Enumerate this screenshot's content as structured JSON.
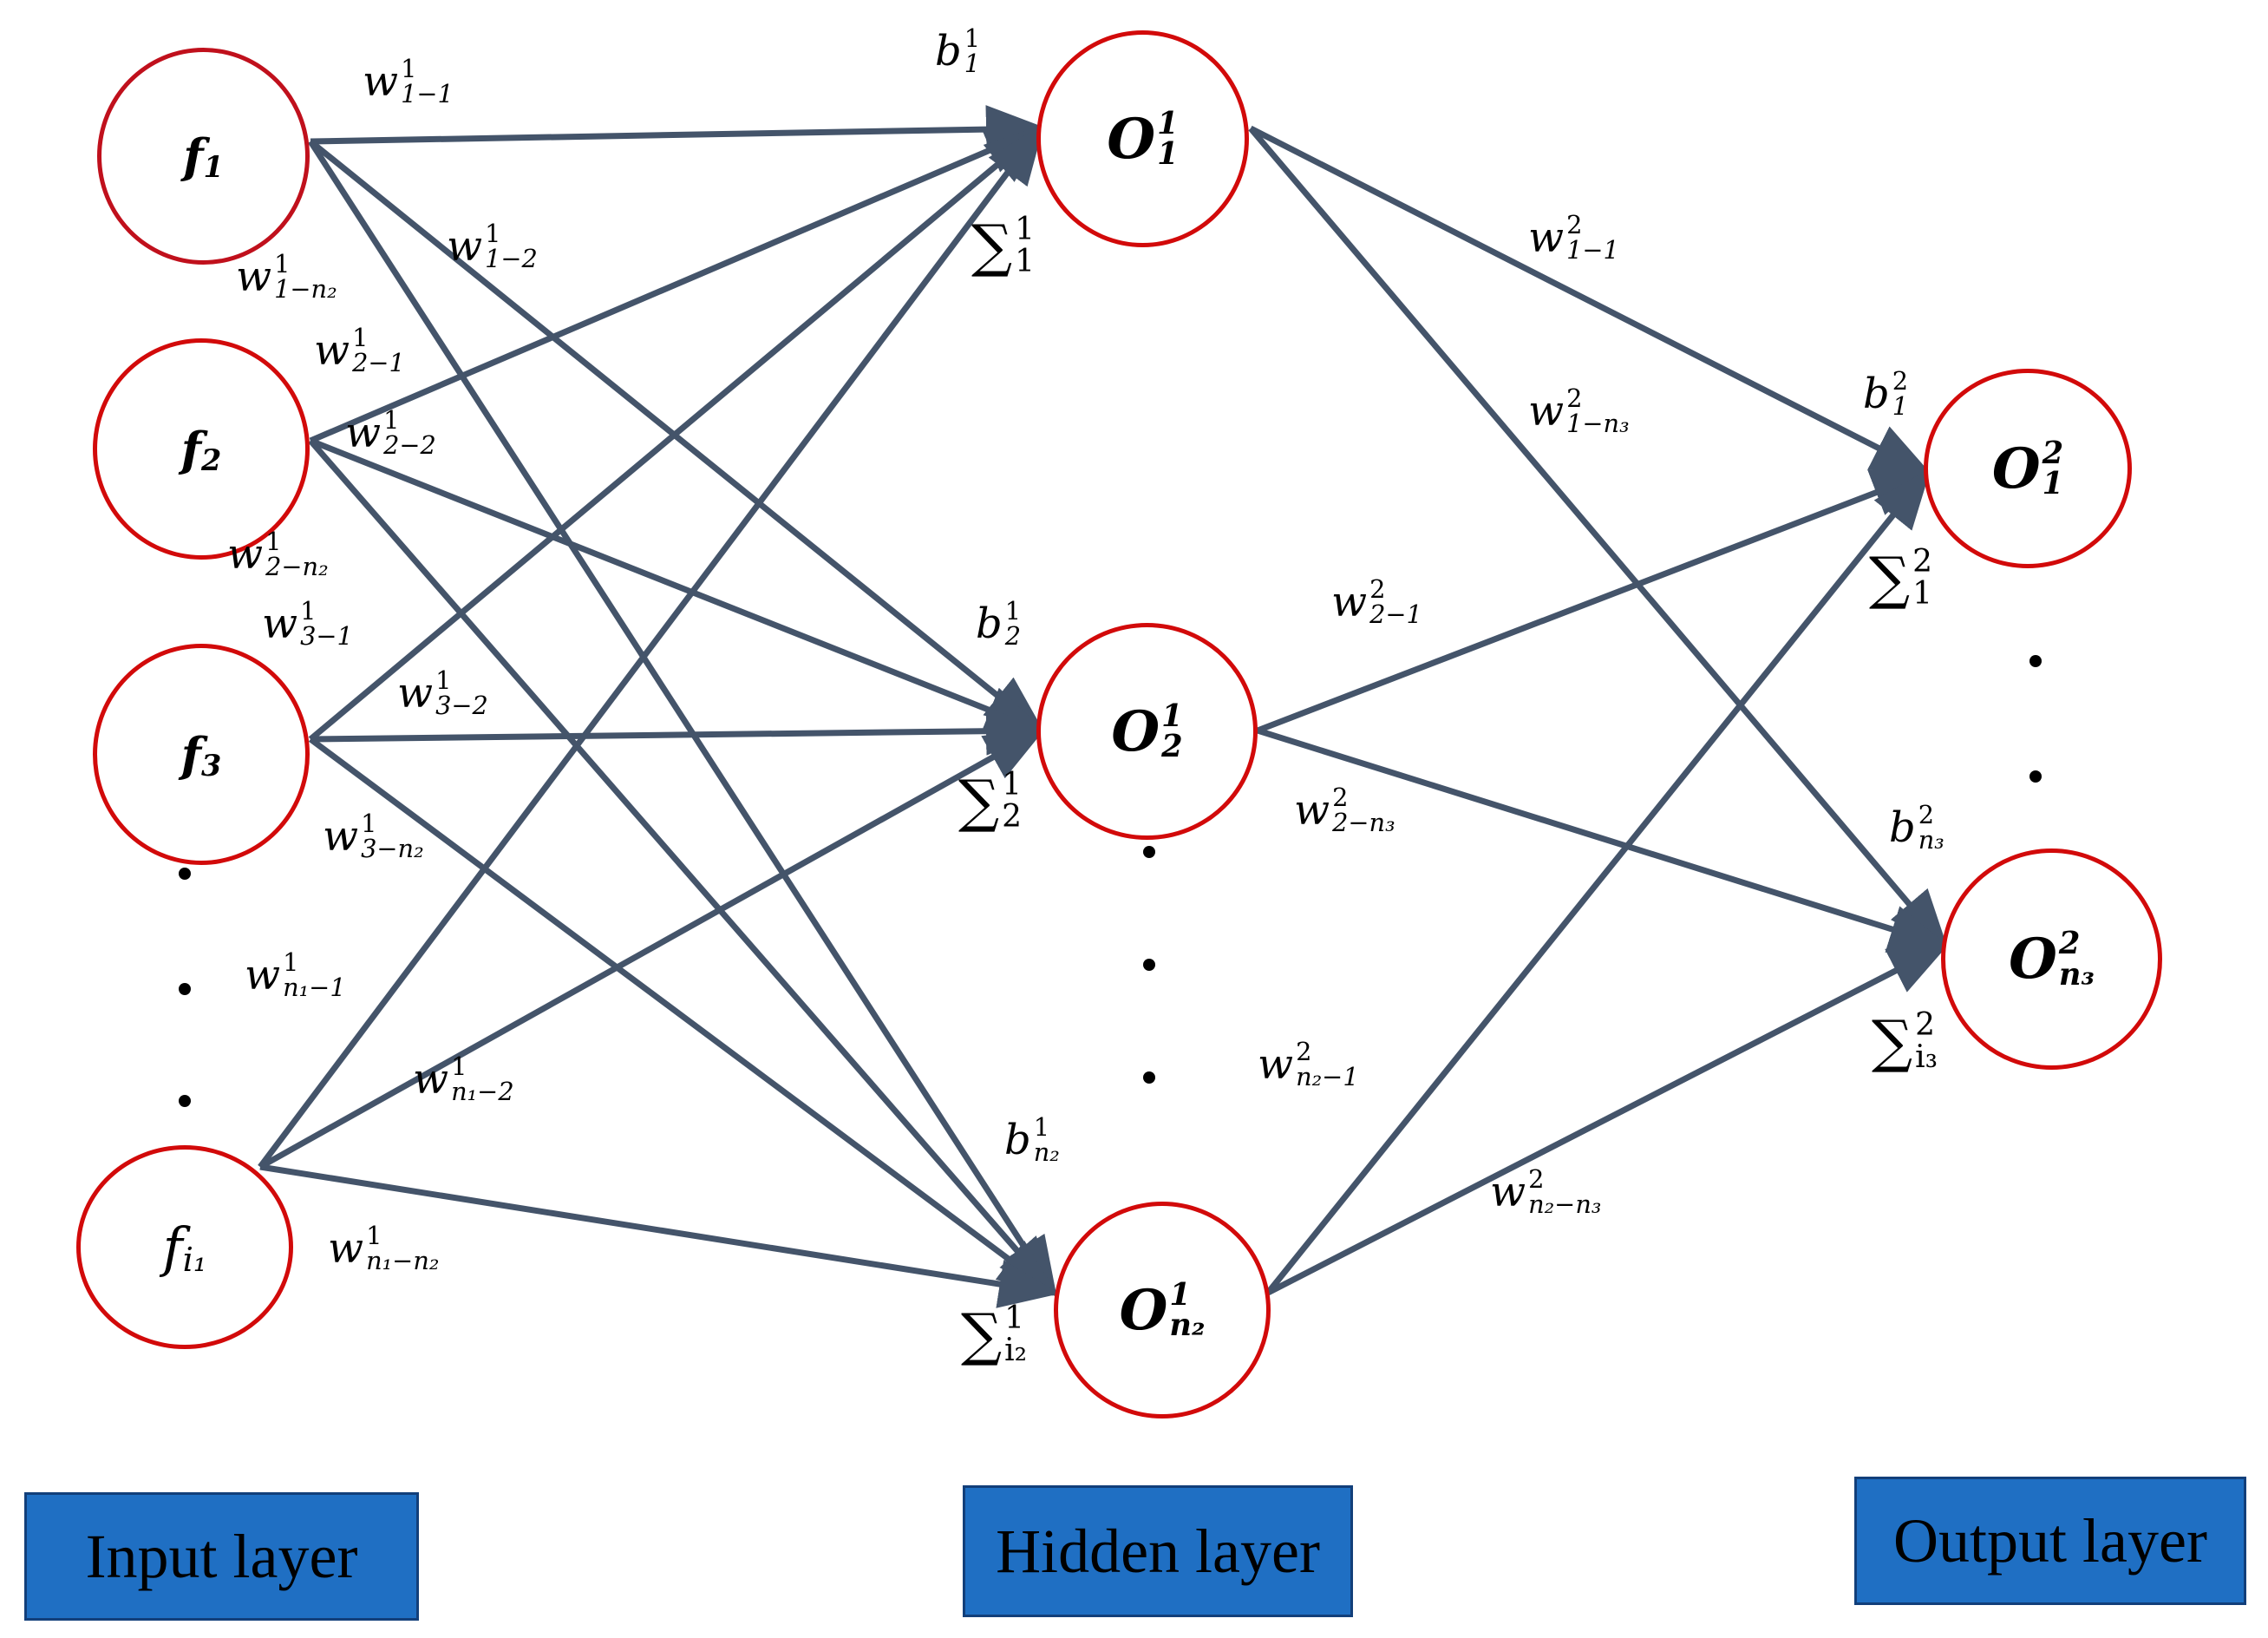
{
  "colors": {
    "edge": "#44546a",
    "node_border": "#d20a0a",
    "layer_box": "#1f6fc3"
  },
  "nodes": {
    "input": [
      {
        "base": "f",
        "sub": "1"
      },
      {
        "base": "f",
        "sub": "2"
      },
      {
        "base": "f",
        "sub": "3"
      },
      {
        "base": "f",
        "sub": "i₁"
      }
    ],
    "hidden": [
      {
        "base": "O",
        "sup": "1",
        "sub": "1"
      },
      {
        "base": "O",
        "sup": "1",
        "sub": "2"
      },
      {
        "base": "O",
        "sup": "1",
        "sub": "n₂"
      }
    ],
    "output": [
      {
        "base": "O",
        "sup": "2",
        "sub": "1"
      },
      {
        "base": "O",
        "sup": "2",
        "sub": "n₃"
      }
    ]
  },
  "weights_layer1": [
    {
      "sup": "1",
      "sub": "1−1"
    },
    {
      "sup": "1",
      "sub": "1−2"
    },
    {
      "sup": "1",
      "sub": "1−n₂"
    },
    {
      "sup": "1",
      "sub": "2−1"
    },
    {
      "sup": "1",
      "sub": "2−2"
    },
    {
      "sup": "1",
      "sub": "2−n₂"
    },
    {
      "sup": "1",
      "sub": "3−1"
    },
    {
      "sup": "1",
      "sub": "3−2"
    },
    {
      "sup": "1",
      "sub": "3−n₂"
    },
    {
      "sup": "1",
      "sub": "n₁−1"
    },
    {
      "sup": "1",
      "sub": "n₁−2"
    },
    {
      "sup": "1",
      "sub": "n₁−n₂"
    }
  ],
  "weights_layer2": [
    {
      "sup": "2",
      "sub": "1−1"
    },
    {
      "sup": "2",
      "sub": "1−n₃"
    },
    {
      "sup": "2",
      "sub": "2−1"
    },
    {
      "sup": "2",
      "sub": "2−n₃"
    },
    {
      "sup": "2",
      "sub": "n₂−1"
    },
    {
      "sup": "2",
      "sub": "n₂−n₃"
    }
  ],
  "biases": [
    {
      "sup": "1",
      "sub": "1"
    },
    {
      "sup": "1",
      "sub": "2"
    },
    {
      "sup": "1",
      "sub": "n₂"
    },
    {
      "sup": "2",
      "sub": "1"
    },
    {
      "sup": "2",
      "sub": "n₃"
    }
  ],
  "sums": [
    {
      "sup": "1",
      "sub": "1"
    },
    {
      "sup": "1",
      "sub": "2"
    },
    {
      "sup": "1",
      "sub": "i₂"
    },
    {
      "sup": "2",
      "sub": "1"
    },
    {
      "sup": "2",
      "sub": "i₃"
    }
  ],
  "symbols": {
    "weight": "w",
    "bias": "b",
    "sum": "∑"
  },
  "layers": {
    "input": "Input layer",
    "hidden": "Hidden layer",
    "output": "Output layer"
  }
}
